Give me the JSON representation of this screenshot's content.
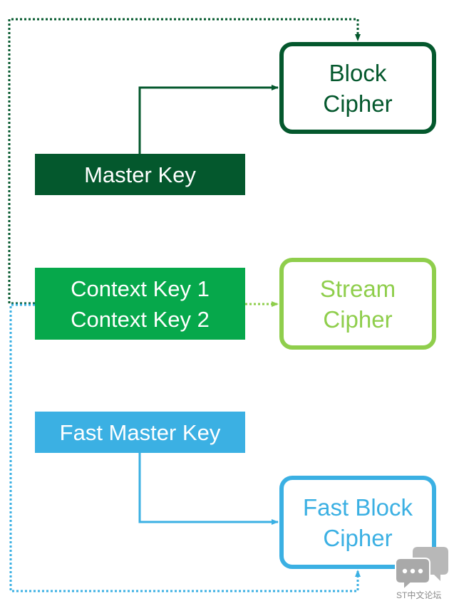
{
  "colors": {
    "dark_green": "#04582d",
    "green": "#06a84b",
    "light_green": "#8fce4c",
    "blue": "#3bb0e3",
    "watermark_gray": "#b8b8b8"
  },
  "keys": {
    "master": "Master Key",
    "context_1": "Context Key 1",
    "context_2": "Context Key 2",
    "fast_master": "Fast Master Key"
  },
  "ciphers": {
    "block": {
      "line1": "Block",
      "line2": "Cipher"
    },
    "stream": {
      "line1": "Stream",
      "line2": "Cipher"
    },
    "fast_block": {
      "line1": "Fast Block",
      "line2": "Cipher"
    }
  },
  "watermark": {
    "icon": "chat-bubbles-icon",
    "text": "ST中文论坛"
  }
}
